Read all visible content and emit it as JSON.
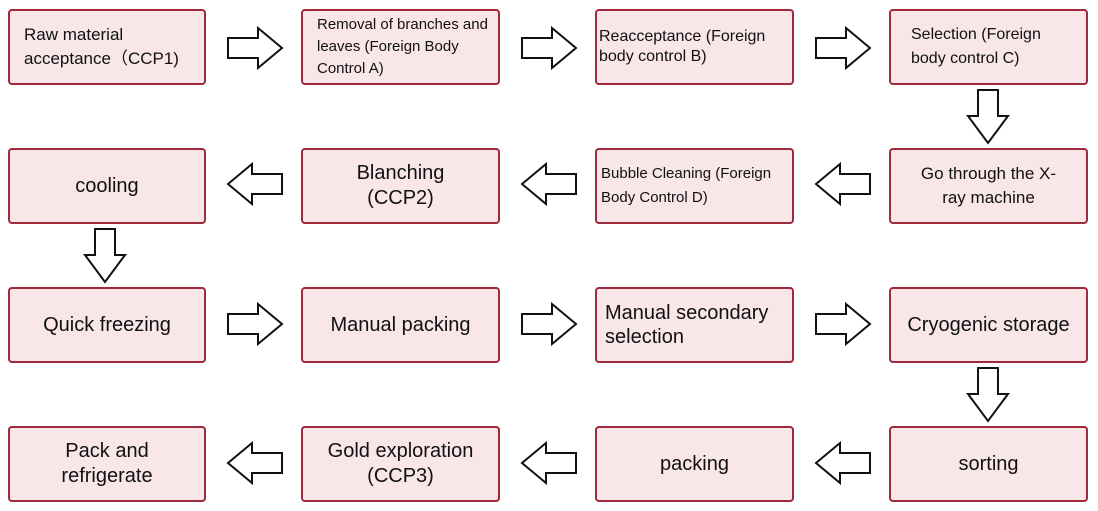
{
  "steps": [
    "Raw material acceptance（CCP1)",
    "Removal of branches and leaves (Foreign Body Control A)",
    "Reacceptance (Foreign body control B)",
    "Selection (Foreign body control C)",
    "Go through the X-ray machine",
    "Bubble Cleaning (Foreign Body Control D)",
    "Blanching (CCP2)",
    "cooling",
    "Quick freezing",
    "Manual packing",
    "Manual secondary selection",
    "Cryogenic storage",
    "sorting",
    "packing",
    "Gold exploration (CCP3)",
    "Pack and refrigerate"
  ],
  "colors": {
    "box_fill": "#f8e6e8",
    "box_border": "#9e2a3c",
    "arrow_fill": "#ffffff",
    "arrow_stroke": "#111111"
  }
}
